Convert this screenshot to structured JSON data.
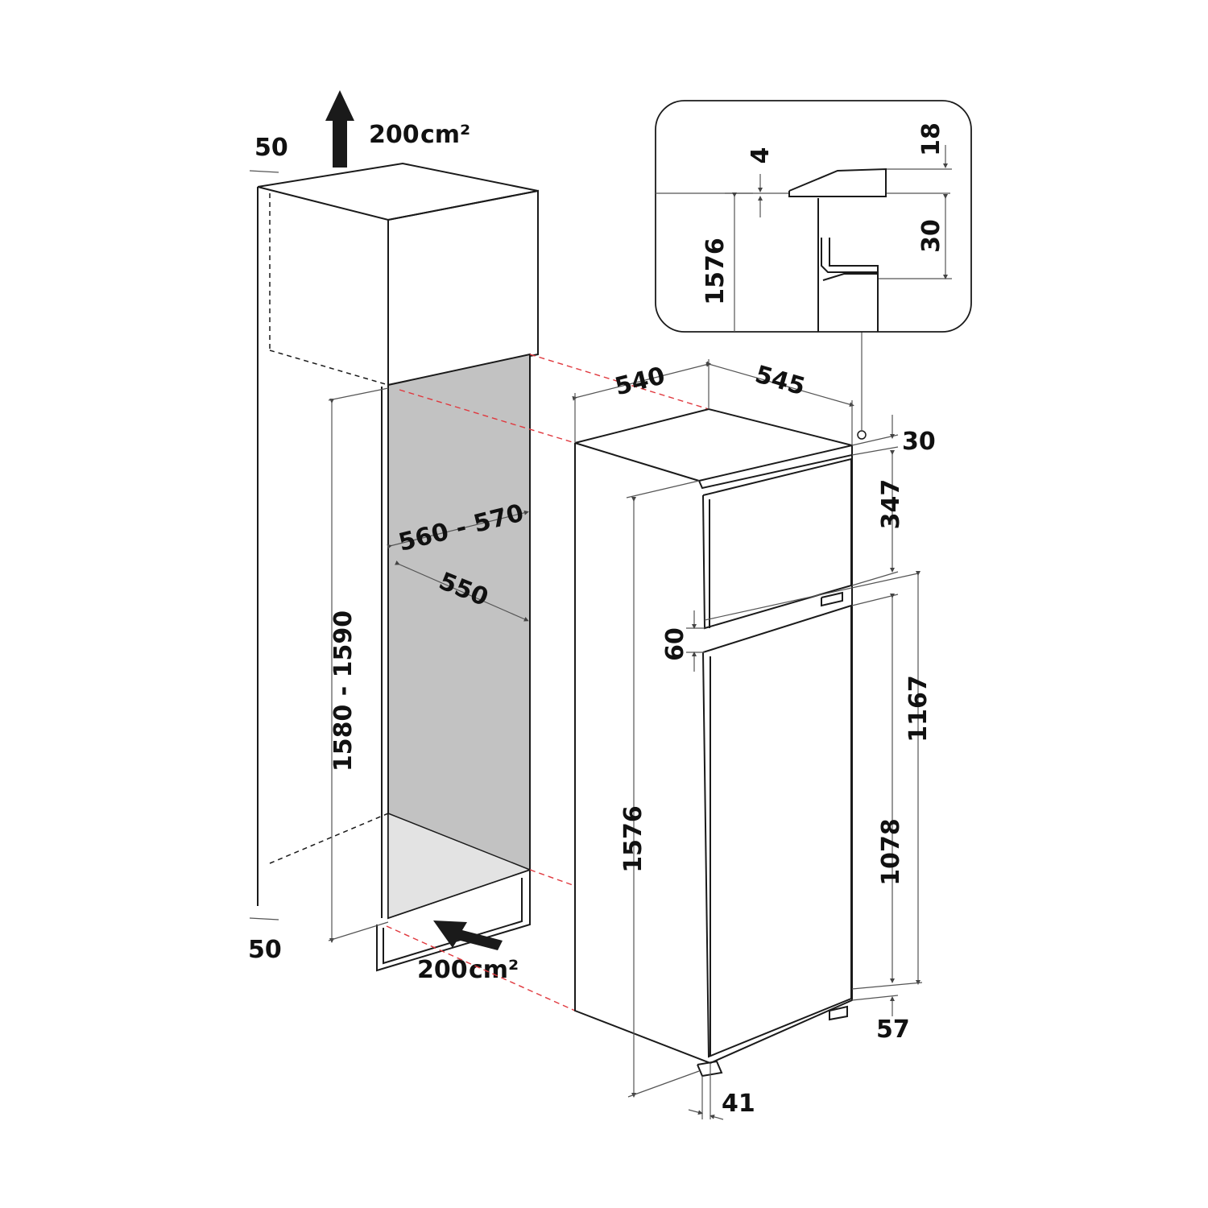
{
  "colors": {
    "outline": "#1a1a1a",
    "dimension_line": "#555555",
    "alignment_dash": "#e0383e",
    "recess": "#c2c2c2",
    "floor": "#e3e3e3"
  },
  "icons": [
    "arrow-up-icon",
    "arrow-in-icon"
  ],
  "cabinet": {
    "gap_top": "50",
    "gap_bottom": "50",
    "vent_top": "200",
    "vent_bottom": "200",
    "vent_unit": "cm²",
    "height_range": "1580 - 1590",
    "width_range": "560 - 570",
    "depth": "550"
  },
  "appliance": {
    "width": "540",
    "depth": "545",
    "top_gap": "30",
    "freezer_door": "347",
    "door_gap": "60",
    "total_height": "1576",
    "fridge_door": "1078",
    "hinge_height": "1167",
    "foot_height": "57",
    "door_offset": "41"
  },
  "detail": {
    "height": "1576",
    "gap": "4",
    "top_clearance": "18",
    "bracket": "30"
  }
}
